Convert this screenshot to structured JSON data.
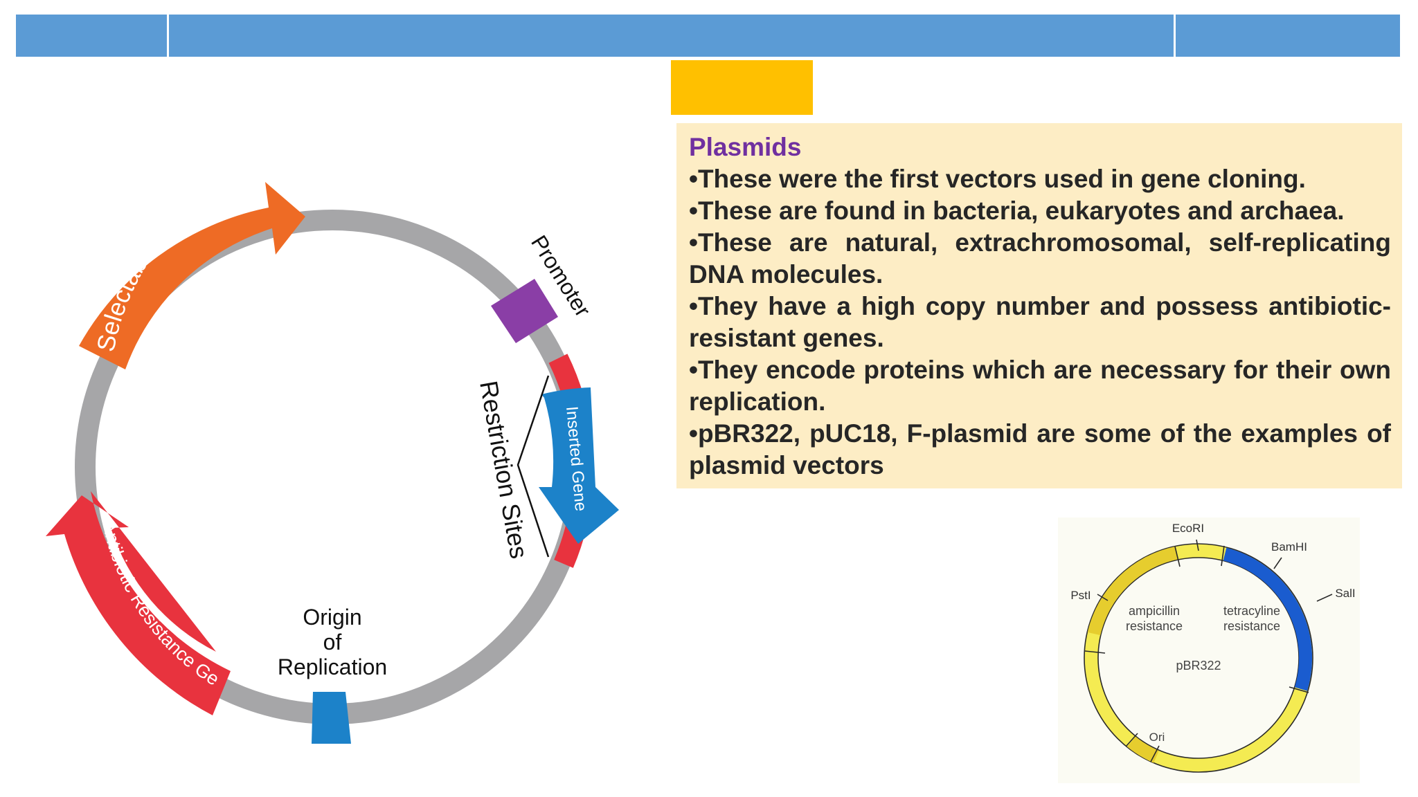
{
  "colors": {
    "banner": "#5b9bd5",
    "accent": "#ffc000",
    "panel_background": "#fdedc5",
    "title": "#7030a0",
    "selectable_marker": "#ee6b25",
    "antibiotic_resistance": "#e8333e",
    "inserted_gene": "#1c82c9",
    "promoter": "#8a3ea6",
    "origin": "#1c82c9",
    "restriction_sites": "#e8333e",
    "pbr322_yellow": "#f4eb52",
    "pbr322_blue": "#1a5ccf"
  },
  "panel": {
    "title": "Plasmids",
    "bullets": [
      "•These were the first vectors used in gene cloning.",
      "•These are found in bacteria, eukaryotes and archaea.",
      "•These are natural, extrachromosomal, self-replicating DNA molecules.",
      "•They have a high copy number and possess antibiotic-resistant genes.",
      "•They encode proteins which are necessary for their own replication.",
      "•pBR322, pUC18, F-plasmid are some of the examples of plasmid vectors"
    ]
  },
  "plasmid_diagram": {
    "selectable_marker": "Selectable Marker",
    "promoter": "Promoter",
    "restriction_sites": "Restriction Sites",
    "inserted_gene": "Inserted Gene",
    "antibiotic_resistance_gene": "Antibiotic Resistance Gene",
    "origin_lines": [
      "Origin",
      "of",
      "Replication"
    ]
  },
  "pbr322": {
    "name": "pBR322",
    "ecori": "EcoRI",
    "bamhi": "BamHI",
    "sali": "SalI",
    "psti": "PstI",
    "ori": "Ori",
    "ampicillin_lines": [
      "ampicillin",
      "resistance"
    ],
    "tetracycline_lines": [
      "tetracyline",
      "resistance"
    ]
  }
}
